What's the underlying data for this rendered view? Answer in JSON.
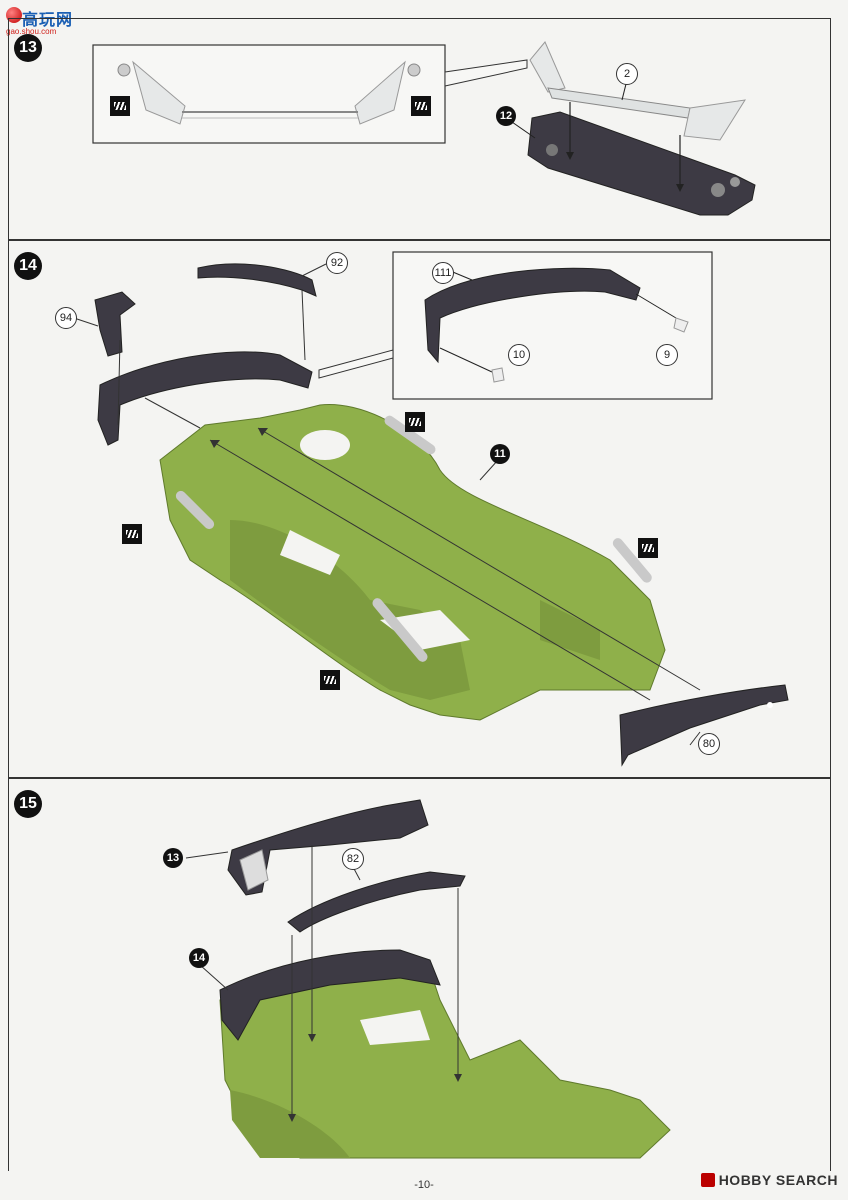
{
  "watermark": {
    "title": "高玩网",
    "url": "gao.shou.com"
  },
  "steps": [
    {
      "number": "13",
      "callouts": [
        "2"
      ],
      "sub_callouts": [
        "12"
      ]
    },
    {
      "number": "14",
      "callouts": [
        "92",
        "94",
        "111",
        "10",
        "9",
        "80"
      ],
      "sub_callouts": [
        "11"
      ]
    },
    {
      "number": "15",
      "callouts": [
        "82"
      ],
      "sub_callouts": [
        "13",
        "14"
      ]
    }
  ],
  "page_number": "-10-",
  "footer_brand": "HOBBY SEARCH",
  "colors": {
    "body_green": "#8fb04a",
    "dark_part": "#3d3a44",
    "clear_part": "#e8eaea"
  }
}
